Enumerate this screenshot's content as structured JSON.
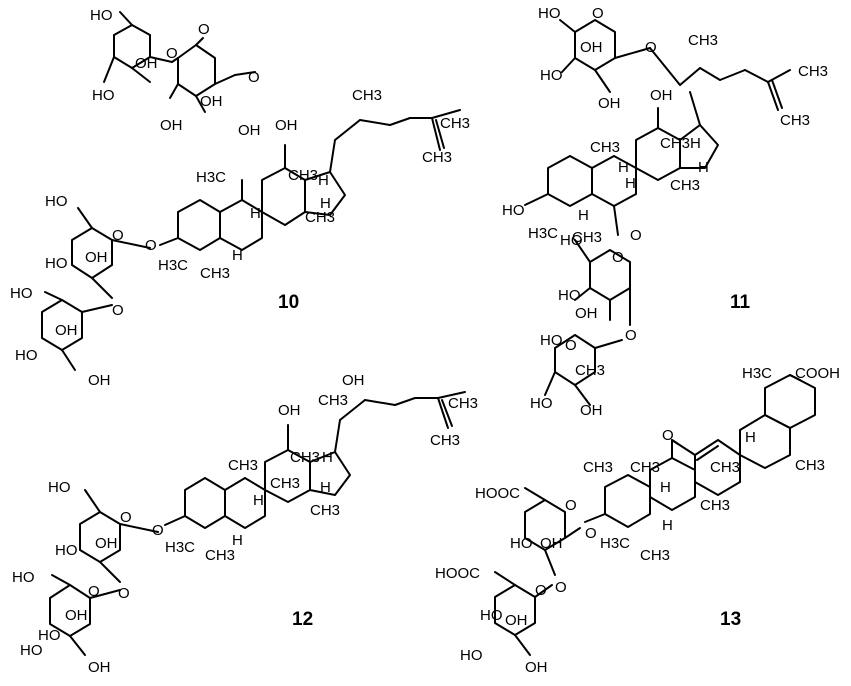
{
  "compounds": [
    {
      "number": "10",
      "labels": [
        "HO",
        "OH",
        "HO",
        "OH",
        "O",
        "O",
        "OH",
        "OH",
        "O",
        "OH",
        "CH3",
        "H3C",
        "H",
        "H",
        "CH3",
        "H",
        "CH3",
        "HO",
        "O",
        "OH",
        "HO",
        "O",
        "O",
        "HO",
        "OH",
        "HO",
        "OH",
        "H3C",
        "CH3",
        "H",
        "CH3",
        "CH3"
      ]
    },
    {
      "number": "11",
      "labels": [
        "HO",
        "O",
        "HO",
        "OH",
        "OH",
        "O",
        "OH",
        "CH3",
        "CH3",
        "CH3",
        "H",
        "H",
        "H",
        "CH3",
        "HO",
        "H3C",
        "CH3",
        "O",
        "HO",
        "O",
        "HO",
        "OH",
        "O",
        "HO",
        "O",
        "CH3",
        "HO",
        "OH",
        "H",
        "H",
        "CH3",
        "CH3"
      ]
    },
    {
      "number": "12",
      "labels": [
        "OH",
        "CH3",
        "OH",
        "CH3",
        "CH3",
        "H",
        "CH3",
        "H",
        "H",
        "CH3",
        "HO",
        "O",
        "O",
        "HO",
        "OH",
        "HO",
        "O",
        "O",
        "HO",
        "OH",
        "HO",
        "OH",
        "H3C",
        "CH3",
        "H",
        "CH3",
        "CH3"
      ]
    },
    {
      "number": "13",
      "labels": [
        "H3C",
        "COOH",
        "O",
        "CH3",
        "H",
        "H",
        "CH3",
        "CH3",
        "HOOC",
        "O",
        "O",
        "HO",
        "OH",
        "HOOC",
        "O",
        "O",
        "HO",
        "OH",
        "OH",
        "H3C",
        "CH3",
        "H",
        "CH3",
        "HO",
        "CH3"
      ]
    }
  ]
}
